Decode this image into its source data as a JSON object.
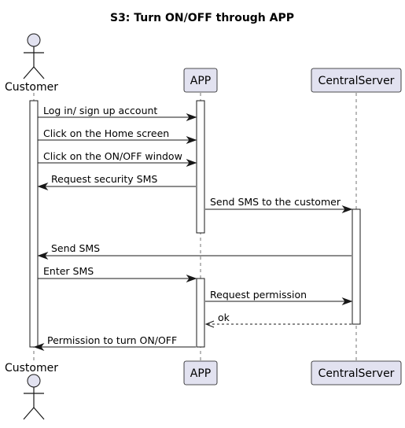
{
  "title": "S3: Turn ON/OFF through APP",
  "participants": {
    "customer": {
      "label": "Customer",
      "kind": "actor"
    },
    "app": {
      "label": "APP",
      "kind": "participant"
    },
    "server": {
      "label": "CentralServer",
      "kind": "participant"
    }
  },
  "messages": [
    {
      "from": "customer",
      "to": "app",
      "text": "Log in/ sign up account",
      "style": "solid"
    },
    {
      "from": "customer",
      "to": "app",
      "text": "Click on the Home screen",
      "style": "solid"
    },
    {
      "from": "customer",
      "to": "app",
      "text": "Click on the ON/OFF window",
      "style": "solid"
    },
    {
      "from": "app",
      "to": "customer",
      "text": "Request security SMS",
      "style": "solid"
    },
    {
      "from": "app",
      "to": "server",
      "text": "Send SMS to the customer",
      "style": "solid"
    },
    {
      "from": "server",
      "to": "customer",
      "text": "Send SMS",
      "style": "solid"
    },
    {
      "from": "customer",
      "to": "app",
      "text": "Enter SMS",
      "style": "solid"
    },
    {
      "from": "app",
      "to": "server",
      "text": "Request permission",
      "style": "solid"
    },
    {
      "from": "server",
      "to": "app",
      "text": "ok",
      "style": "dashed"
    },
    {
      "from": "app",
      "to": "customer",
      "text": "Permission to turn ON/OFF",
      "style": "solid"
    }
  ],
  "colors": {
    "participant_fill": "#e2e2f0",
    "line": "#181818",
    "background": "#ffffff"
  }
}
